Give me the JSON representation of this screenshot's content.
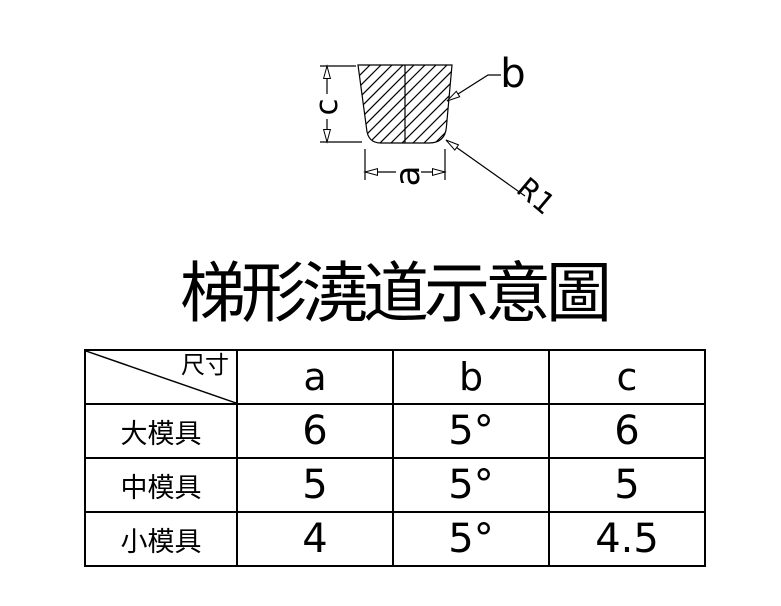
{
  "title": "梯形澆道示意圖",
  "colors": {
    "ink": "#000000",
    "background": "#ffffff"
  },
  "diagram": {
    "dim_height_label": "c",
    "dim_width_label": "a",
    "side_leader_label": "b",
    "radius_leader_label": "R1"
  },
  "table": {
    "corner_header": "尺寸",
    "columns": [
      "a",
      "b",
      "c"
    ],
    "rows": [
      {
        "label": "大模具",
        "values": [
          "6",
          "5°",
          "6"
        ]
      },
      {
        "label": "中模具",
        "values": [
          "5",
          "5°",
          "5"
        ]
      },
      {
        "label": "小模具",
        "values": [
          "4",
          "5°",
          "4.5"
        ]
      }
    ]
  }
}
